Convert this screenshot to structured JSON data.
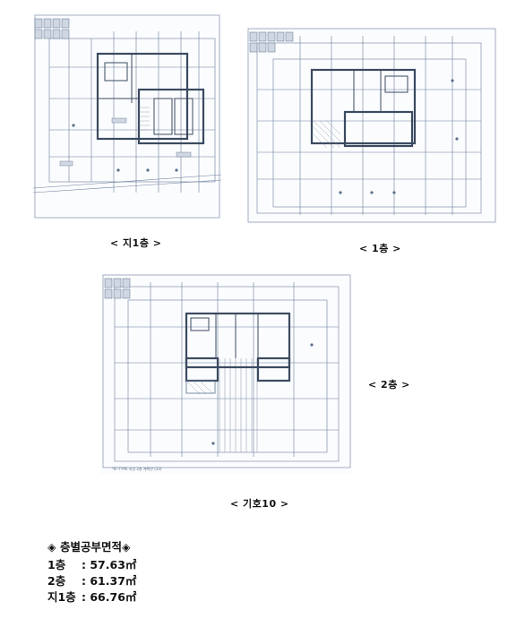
{
  "captions": {
    "basement": "< 지1층 >",
    "first": "< 1층 >",
    "second": "< 2층 >",
    "typical": "< 기호10 >"
  },
  "plan_note": "*B\"-TYPE 지상 2층 계획안 (33)",
  "area_summary": {
    "title": "◈ 층별공부면적◈",
    "rows": [
      {
        "floor": "1층",
        "value": ": 57.63㎡"
      },
      {
        "floor": "2층",
        "value": ": 61.37㎡"
      },
      {
        "floor": "지1층",
        "value": ": 66.76㎡"
      }
    ]
  },
  "colors": {
    "line": "#5b6f8a",
    "wall": "#3b4a60",
    "hatch": "#8896a8"
  }
}
